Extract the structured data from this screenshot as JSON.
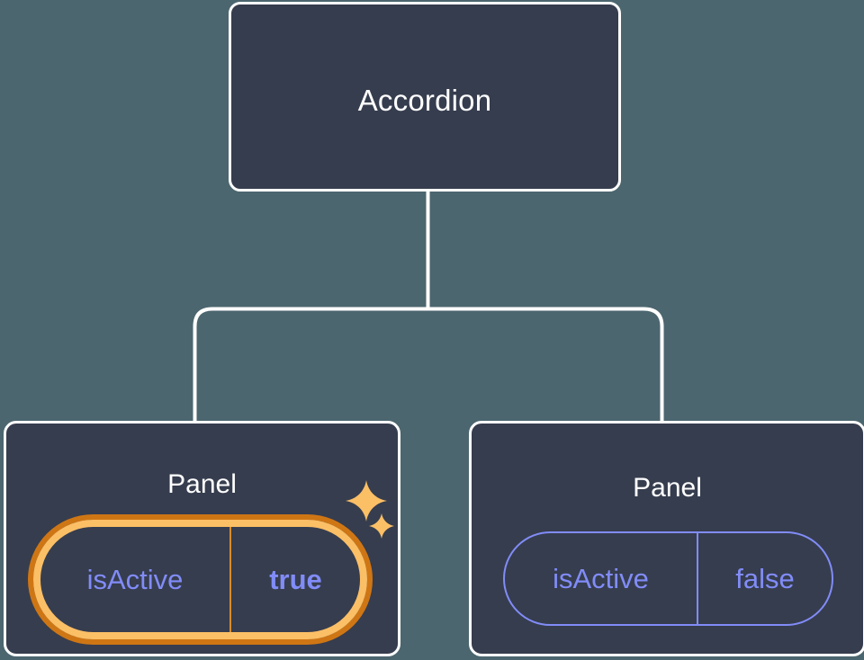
{
  "diagram": {
    "type": "component-tree",
    "background_color": "#4c666f",
    "node_fill_color": "#363d4e",
    "node_border_color": "#ffffff",
    "connector_color": "#ffffff",
    "prop_text_color": "#818cf8",
    "highlight_border_color": "#fbbf66",
    "highlight_glow_color": "#cf7614",
    "sparkle_color": "#fbbf66",
    "root": {
      "title": "Accordion"
    },
    "children": [
      {
        "title": "Panel",
        "highlighted": true,
        "prop": {
          "key": "isActive",
          "value": "true"
        },
        "sparkles": [
          {
            "name": "sparkle-large"
          },
          {
            "name": "sparkle-small"
          }
        ]
      },
      {
        "title": "Panel",
        "highlighted": false,
        "prop": {
          "key": "isActive",
          "value": "false"
        }
      }
    ]
  }
}
